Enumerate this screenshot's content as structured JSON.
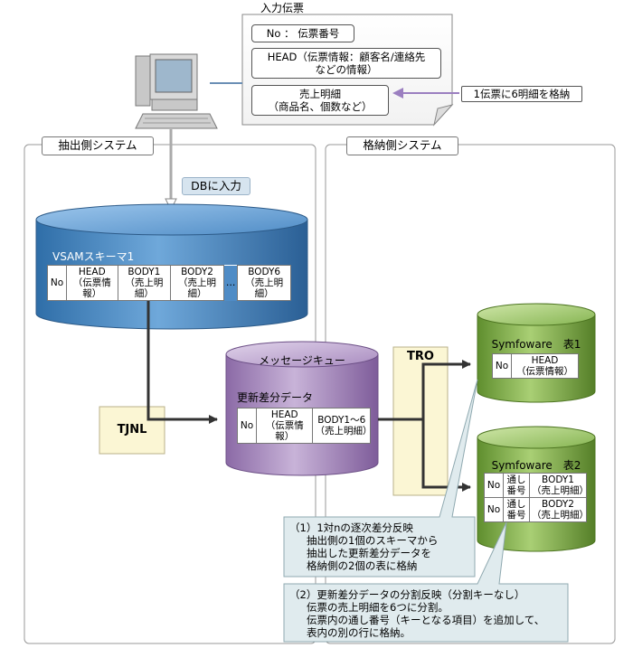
{
  "form": {
    "title": "入力伝票",
    "field_no": "No  ：  伝票番号",
    "field_head_1": "HEAD（伝票情報：顧客名/連絡先",
    "field_head_2": "などの情報）",
    "field_body_1": "売上明細",
    "field_body_2": "（商品名、個数など）",
    "note": "1伝票に6明細を格納"
  },
  "extract_system": {
    "title": "抽出側システム",
    "db_input": "DBに入力",
    "vsam_label": "VSAMスキーマ1",
    "table": {
      "no": "No",
      "head_1": "HEAD",
      "head_2": "（伝票情報）",
      "body1_1": "BODY1",
      "body1_2": "（売上明細）",
      "body2_1": "BODY2",
      "body2_2": "（売上明細）",
      "ellipsis": "…",
      "body6_1": "BODY6",
      "body6_2": "（売上明細）"
    },
    "tjnl": "TJNL"
  },
  "queue": {
    "title": "メッセージキュー",
    "subtitle": "更新差分データ",
    "table": {
      "no": "No",
      "head_1": "HEAD",
      "head_2": "（伝票情報）",
      "body_1": "BODY1～6",
      "body_2": "（売上明細）"
    }
  },
  "store_system": {
    "title": "格納側システム",
    "tro": "TRO",
    "table1": {
      "label": "Symfoware　表1",
      "no": "No",
      "head_1": "HEAD",
      "head_2": "（伝票情報）"
    },
    "table2": {
      "label": "Symfoware　表2",
      "row1": {
        "no": "No",
        "seq_1": "通し",
        "seq_2": "番号",
        "body_1": "BODY1",
        "body_2": "（売上明細）"
      },
      "row2": {
        "no": "No",
        "seq_1": "通し",
        "seq_2": "番号",
        "body_1": "BODY2",
        "body_2": "（売上明細）"
      }
    }
  },
  "callout1": {
    "line1": "（1）1対nの逐次差分反映",
    "line2": "抽出側の1個のスキーマから",
    "line3": "抽出した更新差分データを",
    "line4": "格納側の2個の表に格納"
  },
  "callout2": {
    "line1": "（2）更新差分データの分割反映（分割キーなし）",
    "line2": "伝票の売上明細を6つに分割。",
    "line3": "伝票内の通し番号（キーとなる項目）を追加して、",
    "line4": "表内の別の行に格納。"
  }
}
